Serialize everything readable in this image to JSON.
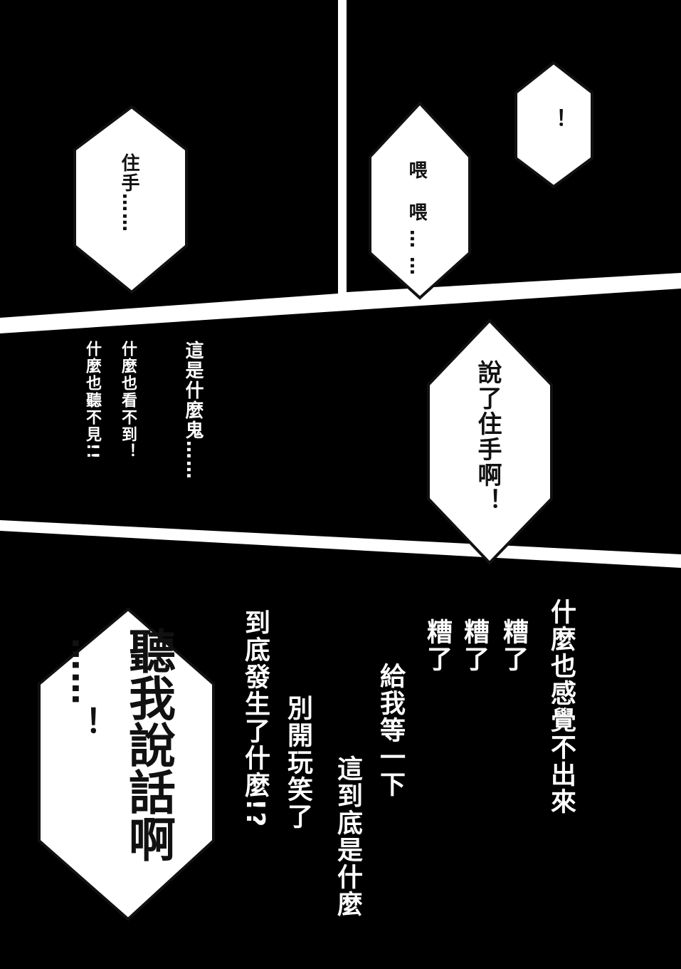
{
  "colors": {
    "panel": "#000000",
    "gutter": "#ffffff",
    "bubble": "#ffffff",
    "bubble_stroke": "#111111"
  },
  "panel1": {
    "bubble": "住手……"
  },
  "panel2": {
    "bubble_small": "！",
    "bubble": "喂 喂……"
  },
  "panel3": {
    "narration": [
      "這是什麼鬼……",
      "什麼也看不到！",
      "什麼也聽不見!!"
    ],
    "bubble": "說了住手啊！"
  },
  "panel4": {
    "lines": [
      "什麼也感覺不出來",
      "糟了",
      "糟了",
      "糟了",
      "給我等一下",
      "這到底是什麼",
      "別開玩笑了",
      "到底發生了什麼!?"
    ],
    "bubble": "聽我說話啊",
    "bubble_tail": "……！"
  }
}
